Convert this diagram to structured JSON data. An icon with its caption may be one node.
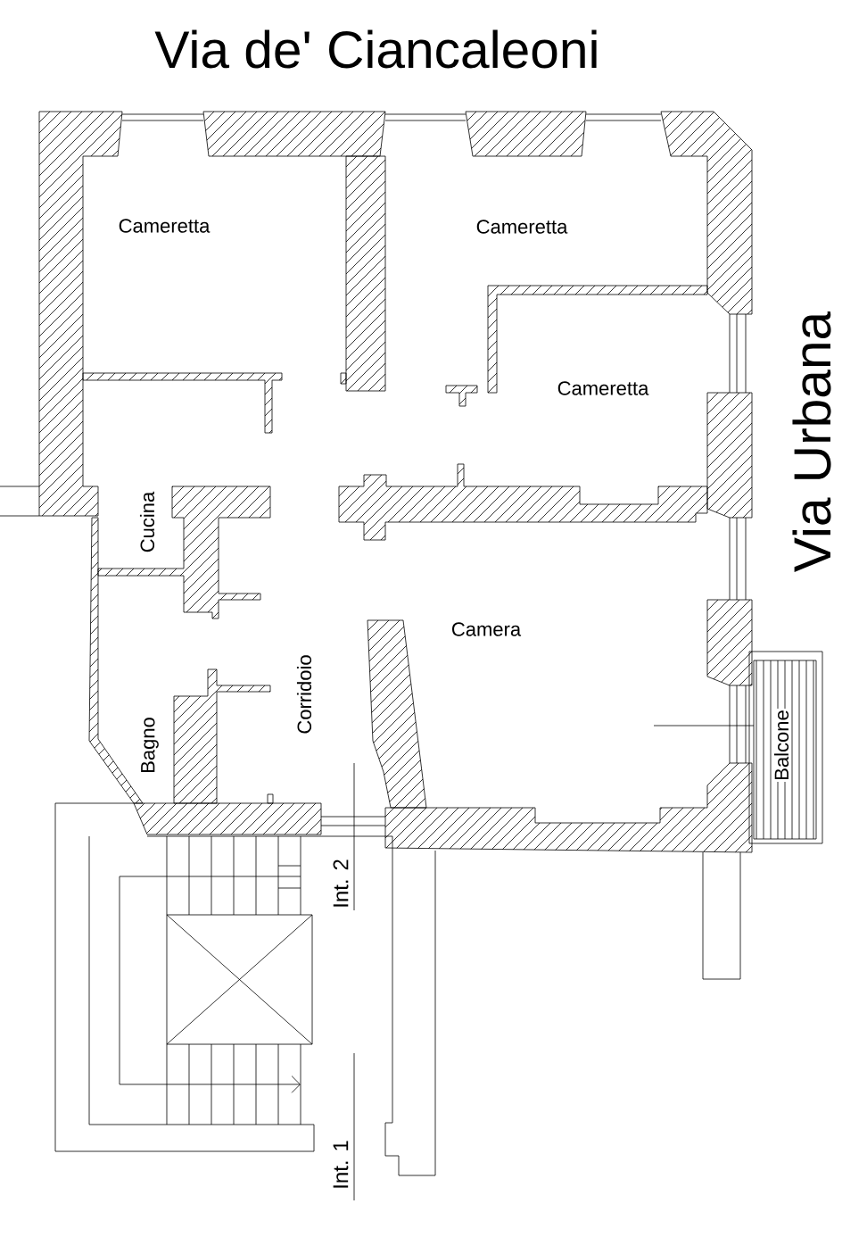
{
  "diagram": {
    "labels": [
      "Via de' Ciancaleoni",
      "Cameretta",
      "Cameretta",
      "Cameretta",
      "Via Urbana",
      "Cucina",
      "Camera",
      "Corridoio",
      "Bagno",
      "Balcone",
      "Int. 2",
      "Int. 1"
    ]
  }
}
